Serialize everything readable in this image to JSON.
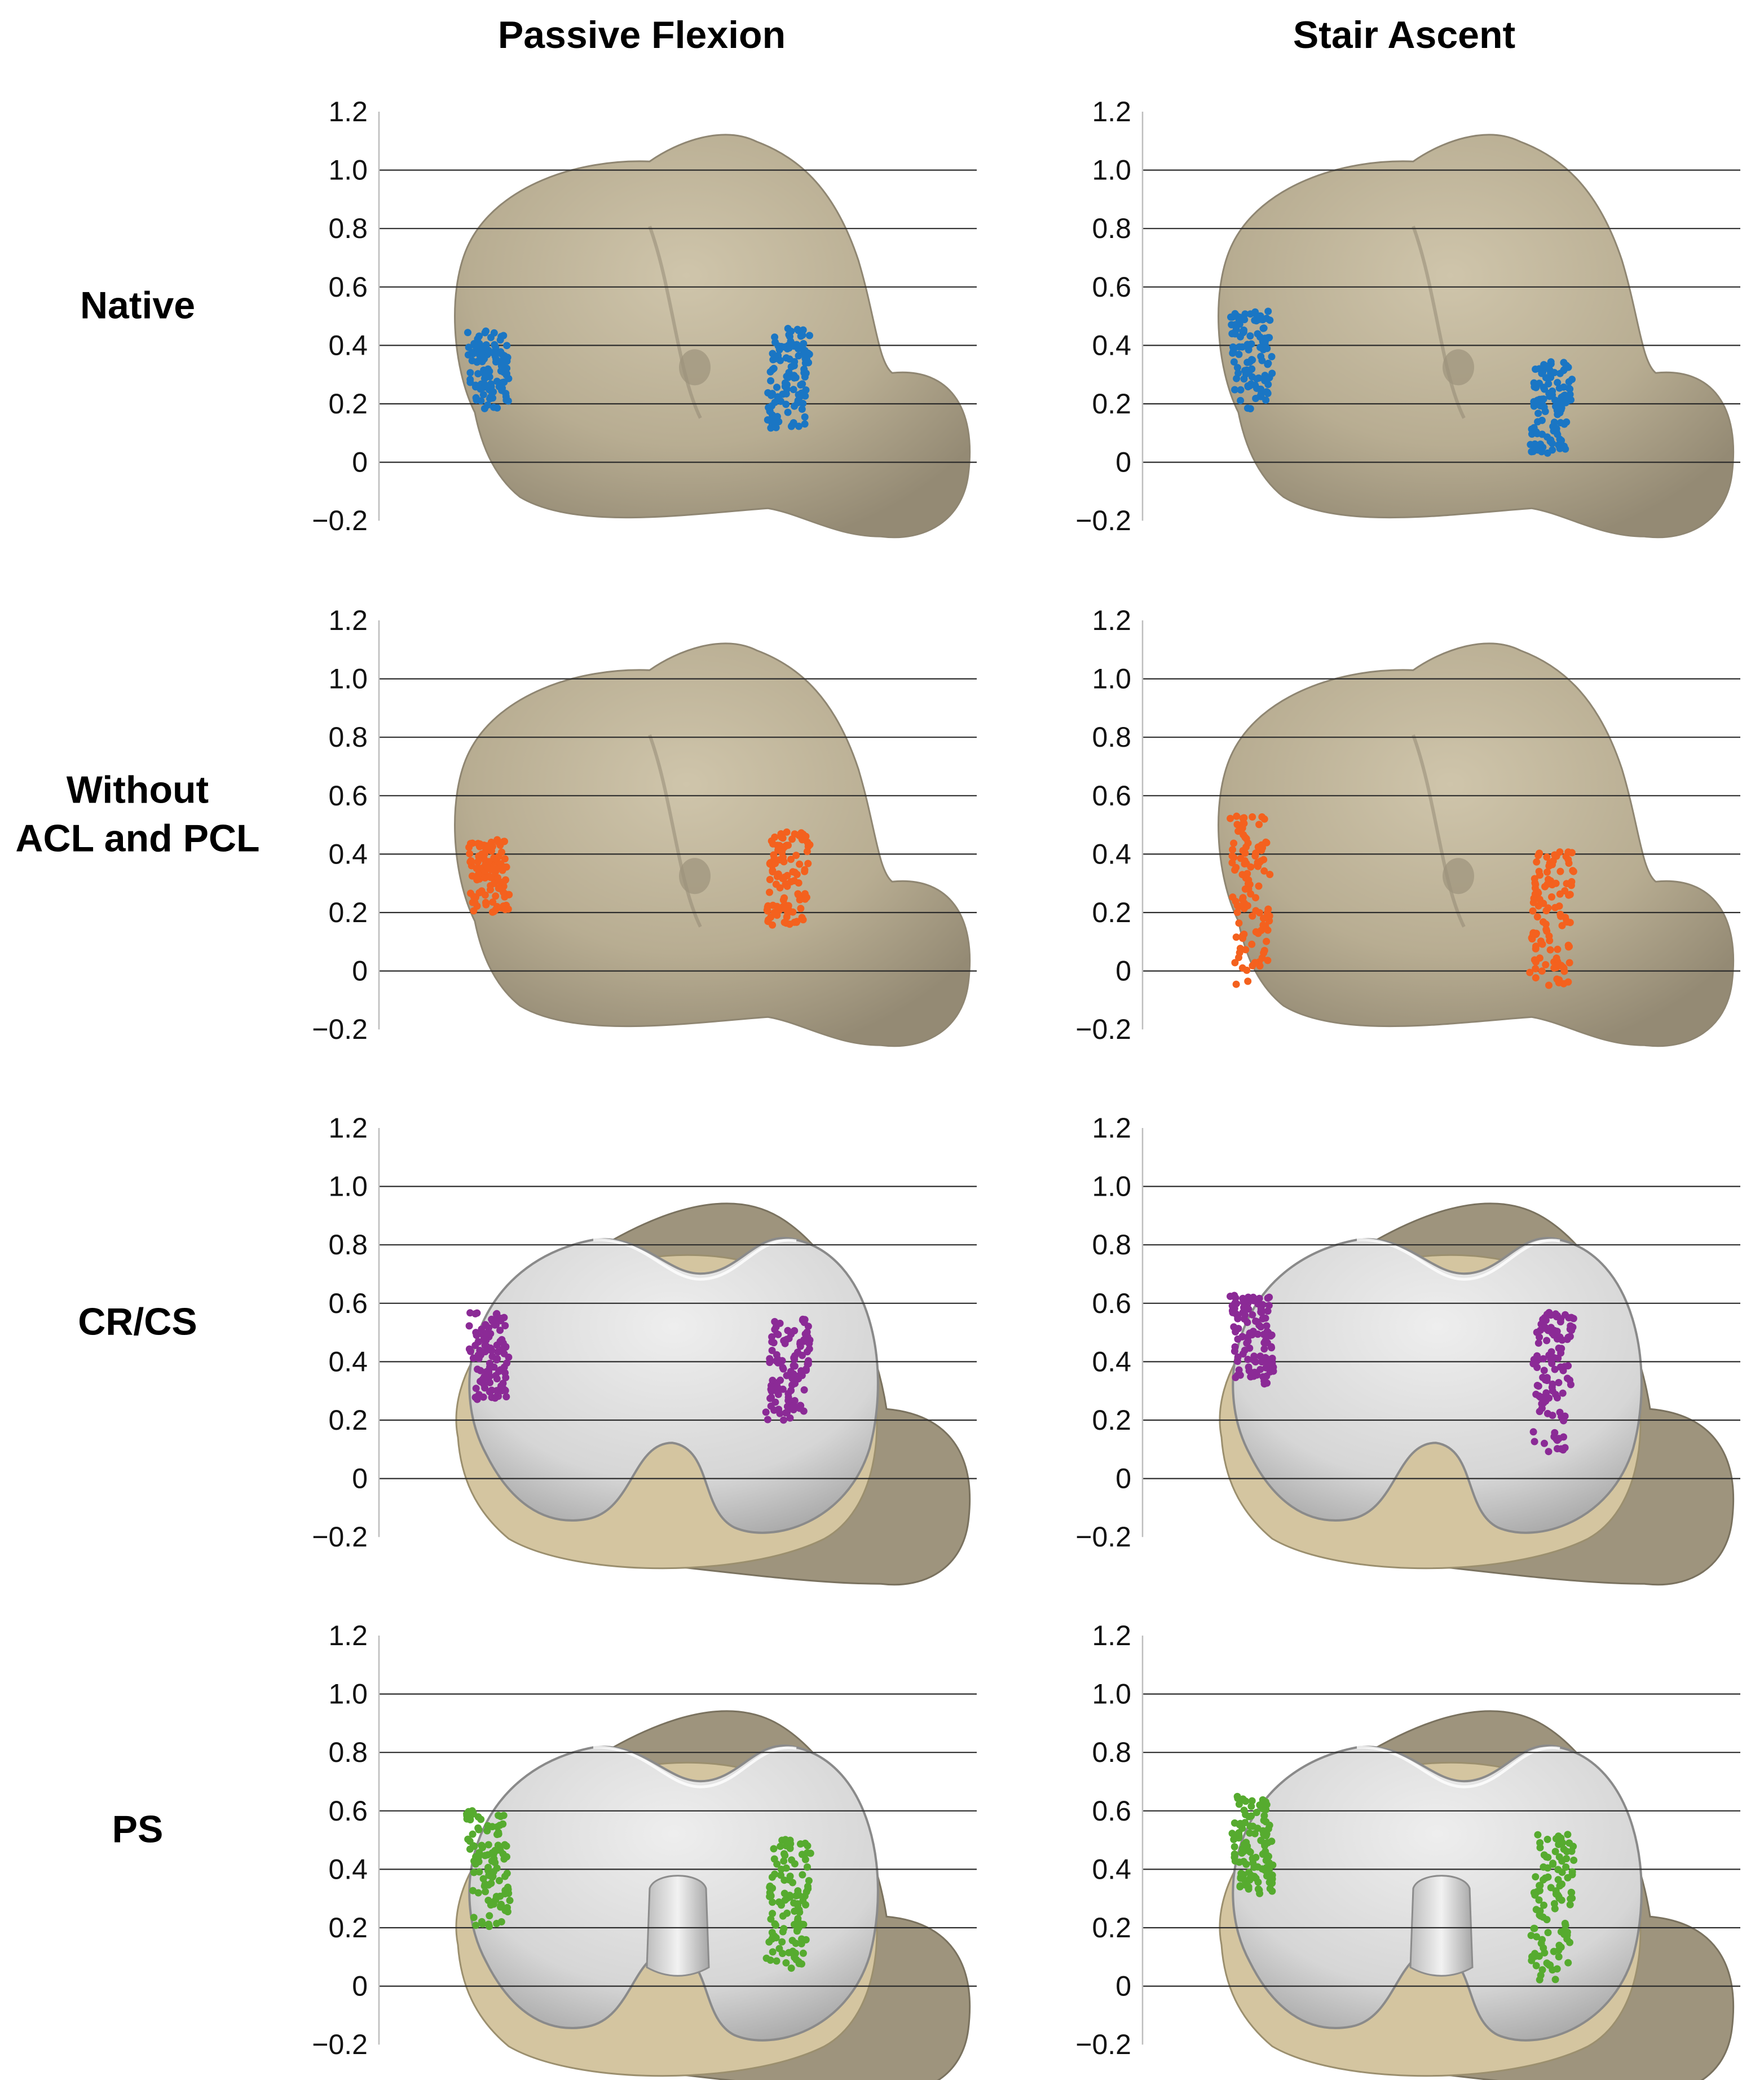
{
  "columns": [
    "Passive Flexion",
    "Stair Ascent"
  ],
  "rows": [
    {
      "label_lines": [
        "Native"
      ],
      "marker_color": "#1a76c4",
      "surface": "bone"
    },
    {
      "label_lines": [
        "Without",
        "ACL and PCL"
      ],
      "marker_color": "#f4611e",
      "surface": "bone"
    },
    {
      "label_lines": [
        "CR/CS"
      ],
      "marker_color": "#8b2a96",
      "surface": "implant"
    },
    {
      "label_lines": [
        "PS"
      ],
      "marker_color": "#56ab2f",
      "surface": "implant-post"
    }
  ],
  "colors": {
    "bone": "#b9ae94",
    "bone_shadow": "#8f8672",
    "implant_base": "#d4c5a0",
    "implant_insert": "#d9d9d9",
    "gridline": "#2b2b2b"
  },
  "chart_data": {
    "type": "scatter",
    "layout": "4 rows x 2 columns of panels",
    "y_axis": {
      "range": [
        -0.2,
        1.2
      ],
      "ticks": [
        "1.2",
        "1.0",
        "0.8",
        "0.6",
        "0.4",
        "0.2",
        "0",
        "−0.2"
      ],
      "grid": true
    },
    "x_axis": {
      "ticks": [],
      "grid": false
    },
    "panels": [
      {
        "row": "Native",
        "column": "Passive Flexion",
        "clusters": [
          {
            "side": "medial",
            "y_min": 0.18,
            "y_max": 0.45
          },
          {
            "side": "lateral",
            "y_min": 0.11,
            "y_max": 0.46
          }
        ]
      },
      {
        "row": "Native",
        "column": "Stair Ascent",
        "clusters": [
          {
            "side": "medial",
            "y_min": 0.18,
            "y_max": 0.52
          },
          {
            "side": "lateral",
            "y_min": 0.03,
            "y_max": 0.35
          }
        ]
      },
      {
        "row": "Without ACL and PCL",
        "column": "Passive Flexion",
        "clusters": [
          {
            "side": "medial",
            "y_min": 0.2,
            "y_max": 0.45
          },
          {
            "side": "lateral",
            "y_min": 0.15,
            "y_max": 0.48
          }
        ]
      },
      {
        "row": "Without ACL and PCL",
        "column": "Stair Ascent",
        "clusters": [
          {
            "side": "medial",
            "y_min": -0.05,
            "y_max": 0.53
          },
          {
            "side": "lateral",
            "y_min": -0.07,
            "y_max": 0.42
          }
        ]
      },
      {
        "row": "CR/CS",
        "column": "Passive Flexion",
        "clusters": [
          {
            "side": "medial",
            "y_min": 0.27,
            "y_max": 0.57
          },
          {
            "side": "lateral",
            "y_min": 0.2,
            "y_max": 0.55
          }
        ]
      },
      {
        "row": "CR/CS",
        "column": "Stair Ascent",
        "clusters": [
          {
            "side": "medial",
            "y_min": 0.32,
            "y_max": 0.63
          },
          {
            "side": "lateral",
            "y_min": 0.08,
            "y_max": 0.57
          }
        ]
      },
      {
        "row": "PS",
        "column": "Passive Flexion",
        "clusters": [
          {
            "side": "medial",
            "y_min": 0.2,
            "y_max": 0.6
          },
          {
            "side": "lateral",
            "y_min": 0.06,
            "y_max": 0.51
          }
        ]
      },
      {
        "row": "PS",
        "column": "Stair Ascent",
        "clusters": [
          {
            "side": "medial",
            "y_min": 0.3,
            "y_max": 0.65
          },
          {
            "side": "lateral",
            "y_min": 0.02,
            "y_max": 0.52
          }
        ]
      }
    ]
  }
}
